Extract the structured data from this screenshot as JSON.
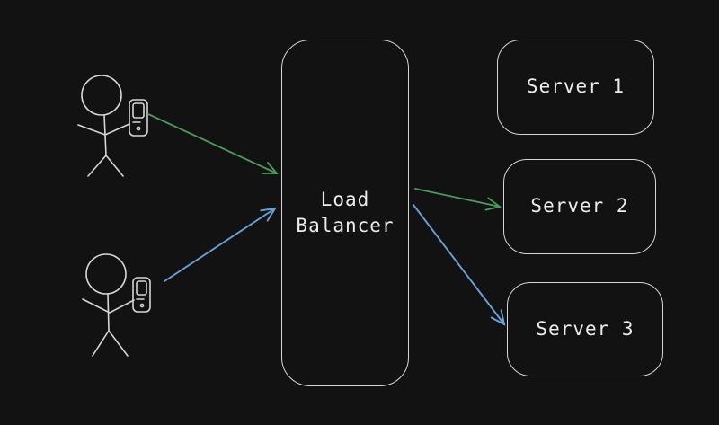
{
  "diagram": {
    "colors": {
      "background": "#121212",
      "stroke": "#d6d6d6",
      "text": "#ececec",
      "arrow_green": "#4a9b5d",
      "arrow_blue": "#66a3d8"
    },
    "load_balancer": {
      "label": "Load\nBalancer"
    },
    "servers": [
      {
        "label": "Server 1"
      },
      {
        "label": "Server 2"
      },
      {
        "label": "Server 3"
      }
    ],
    "actors": [
      {
        "icon": "user-with-phone-icon"
      },
      {
        "icon": "user-with-phone-icon"
      }
    ],
    "connections": [
      {
        "from": "user-1",
        "to": "load-balancer",
        "color": "green"
      },
      {
        "from": "user-2",
        "to": "load-balancer",
        "color": "blue"
      },
      {
        "from": "load-balancer",
        "to": "server-2",
        "color": "green"
      },
      {
        "from": "load-balancer",
        "to": "server-3",
        "color": "blue"
      }
    ]
  }
}
